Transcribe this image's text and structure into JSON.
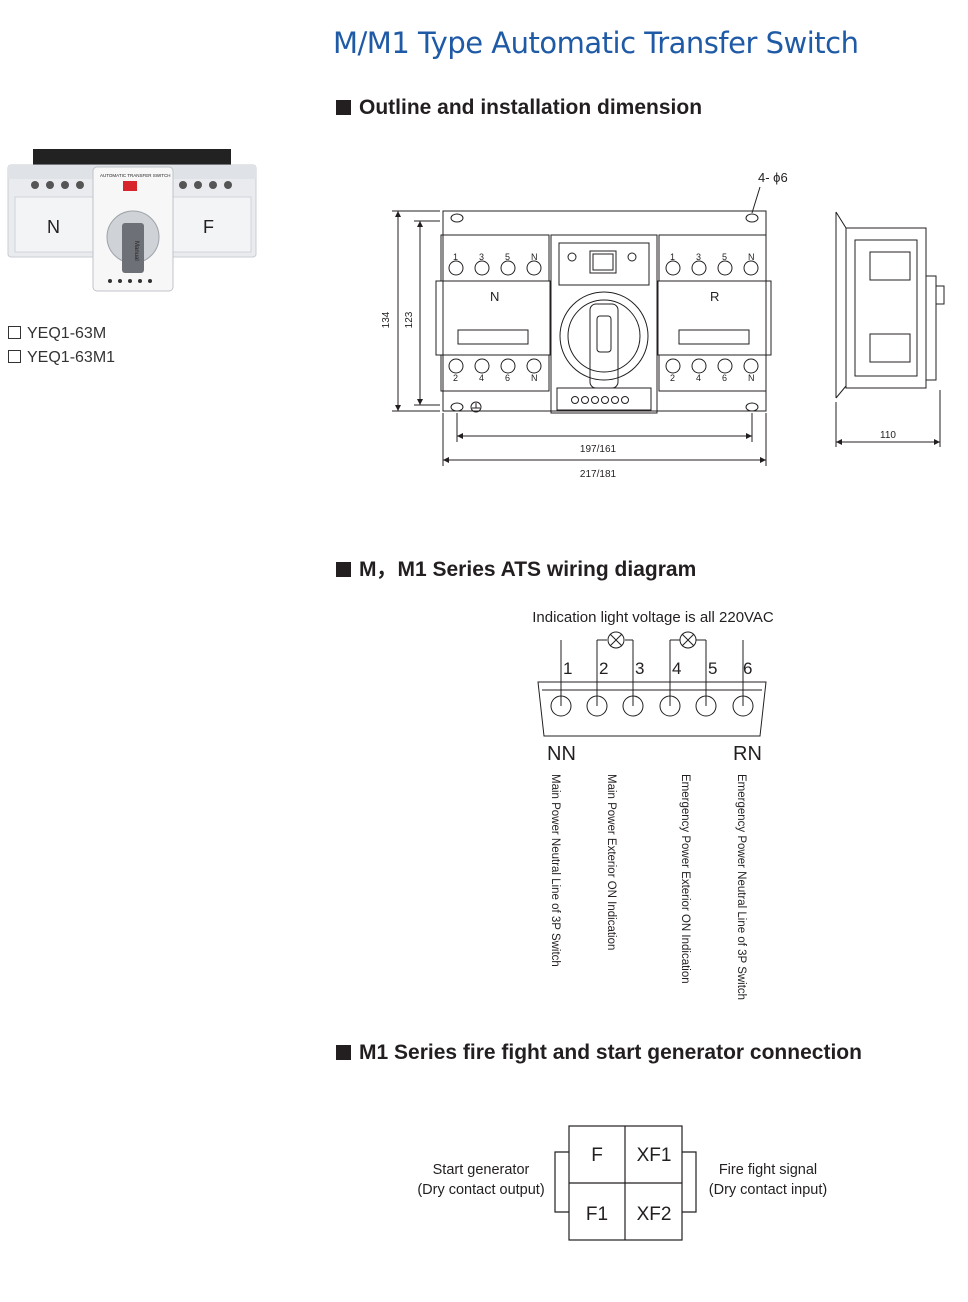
{
  "title": "M/M1 Type Automatic Transfer Switch",
  "sections": {
    "outline": "Outline and installation dimension",
    "wiring": "M，M1 Series ATS wiring diagram",
    "fire": "M1 Series fire fight and start generator connection"
  },
  "models": [
    "YEQ1-63M",
    "YEQ1-63M1"
  ],
  "product_photo": {
    "label_top": "AUTOMATIC TRANSFER SWITCH",
    "label_left": "N",
    "label_right": "F",
    "handle_text": "Manual"
  },
  "dimensions": {
    "hole": "4- ϕ6",
    "height_outer": "134",
    "height_inner": "123",
    "width_inner": "197/161",
    "width_outer": "217/181",
    "depth": "110",
    "left_label": "N",
    "right_label": "R",
    "top_terminals": [
      "1",
      "3",
      "5",
      "N"
    ],
    "bottom_terminals": [
      "2",
      "4",
      "6",
      "N"
    ]
  },
  "wiring": {
    "note": "Indication light voltage is all 220VAC",
    "terminals": [
      "1",
      "2",
      "3",
      "4",
      "5",
      "6"
    ],
    "left_group": "NN",
    "right_group": "RN",
    "descriptions": [
      "Main Power Neutral Line of 3P Switch",
      "Main Power Exterior ON Indication",
      "Emergency Power Exterior ON Indication",
      "Emergency Power Neutral Line of 3P Switch"
    ]
  },
  "fire": {
    "cells": [
      "F",
      "XF1",
      "F1",
      "XF2"
    ],
    "left_line1": "Start generator",
    "left_line2": "(Dry contact output)",
    "right_line1": "Fire fight signal",
    "right_line2": "(Dry contact input)"
  }
}
